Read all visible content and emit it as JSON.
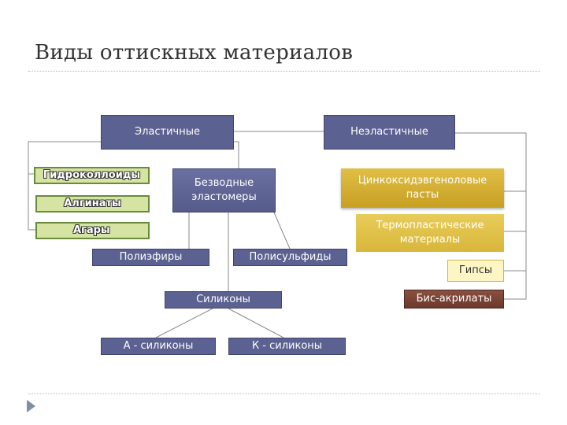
{
  "slide": {
    "title": "Виды оттискных материалов"
  },
  "diagram": {
    "elastic": "Эластичные",
    "inelastic": "Неэластичные",
    "hydrocolloids": "Гидроколлоиды",
    "alginates": "Алгинаты",
    "agars": "Агары",
    "anhydrous_line1": "Безводные",
    "anhydrous_line2": "эластомеры",
    "polyethers": "Полиэфиры",
    "polysulfides": "Полисульфиды",
    "silicones": "Силиконы",
    "a_silicones": "А - силиконы",
    "k_silicones": "К - силиконы",
    "zinc_line1": "Цинкоксидэвгеноловые",
    "zinc_line2": "пасты",
    "thermo_line1": "Термопластические",
    "thermo_line2": "материалы",
    "gypsum": "Гипсы",
    "bis_acrylates": "Бис-акрилаты"
  },
  "colors": {
    "node_blue": "#5b6190",
    "node_green": "#d5e3a3",
    "node_gold": "#d4af32",
    "node_pale": "#fdf6c4",
    "node_brown": "#7a4535",
    "connector": "#8a8a8a"
  },
  "icons": {
    "nav": "triangle-right-icon"
  }
}
